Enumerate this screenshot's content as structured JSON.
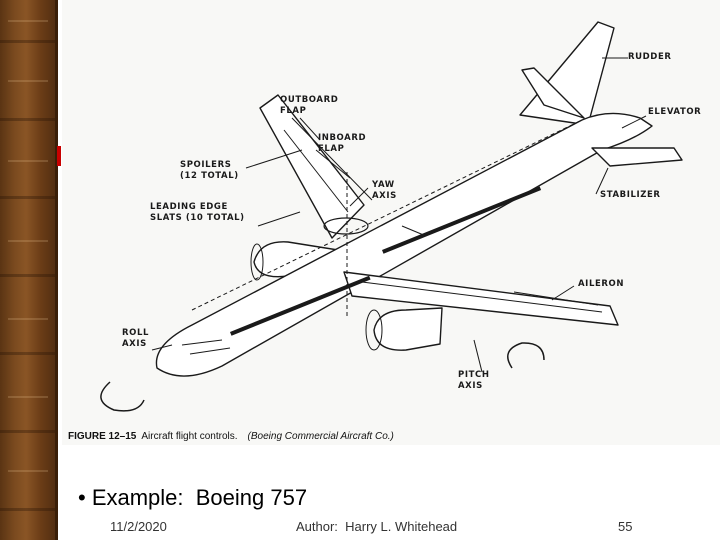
{
  "figure": {
    "labels": {
      "rudder": "RUDDER",
      "outboard_flap": "OUTBOARD\nFLAP",
      "inboard_flap": "INBOARD\nFLAP",
      "elevator": "ELEVATOR",
      "spoilers": "SPOILERS\n(12 TOTAL)",
      "yaw_axis": "YAW\nAXIS",
      "stabilizer": "STABILIZER",
      "leading_edge_slats": "LEADING EDGE\nSLATS (10 TOTAL)",
      "aileron": "AILERON",
      "roll_axis": "ROLL\nAXIS",
      "pitch_axis": "PITCH\nAXIS"
    },
    "caption_number": "FIGURE 12–15",
    "caption_text": "Aircraft flight controls.",
    "caption_credit": "(Boeing Commercial Aircraft Co.)"
  },
  "slide": {
    "bullet": "• Example:  Boeing 757"
  },
  "footer": {
    "date": "11/2/2020",
    "author": "Author:  Harry L. Whitehead",
    "page": "55"
  }
}
